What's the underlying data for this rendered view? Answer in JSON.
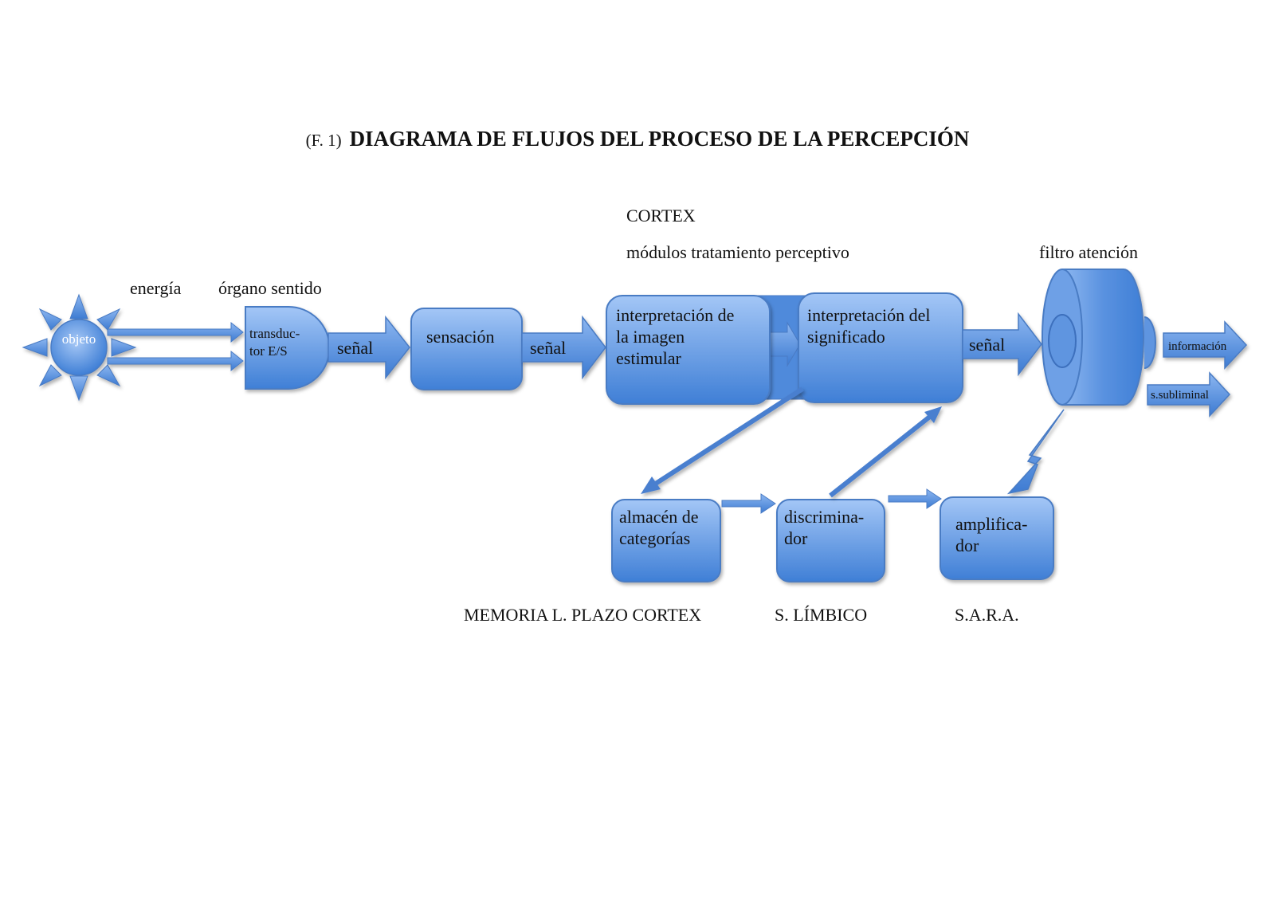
{
  "title": {
    "prefix": "(F. 1)",
    "main": "DIAGRAMA DE FLUJOS DEL PROCESO DE LA PERCEPCIÓN"
  },
  "labels": {
    "cortex": "CORTEX",
    "modulos": "módulos tratamiento perceptivo",
    "filtro": "filtro atención",
    "energia": "energía",
    "organo": "órgano sentido",
    "memoria": "MEMORIA L. PLAZO CORTEX",
    "limbico": "S. LÍMBICO",
    "sara": "S.A.R.A."
  },
  "nodes": {
    "objeto": "objeto",
    "transductor": [
      "transduc-",
      "tor E/S"
    ],
    "sensacion": "sensación",
    "interp_imagen": [
      "interpretación de",
      "la imagen",
      "estimular"
    ],
    "interp_significado": [
      "interpretación del",
      "significado"
    ],
    "almacen": [
      "almacén de",
      "categorías"
    ],
    "discriminador": [
      "discrimina-",
      "dor"
    ],
    "amplificador": [
      "amplifica-",
      "dor"
    ]
  },
  "arrows": {
    "senal_1": "señal",
    "senal_2": "señal",
    "senal_3": "señal",
    "informacion": "información",
    "subliminal": "s.subliminal"
  },
  "colors": {
    "fill_top": "#9cc1f4",
    "fill_bottom": "#3f7fd6",
    "stroke": "#4a7bc4",
    "arrow": "#4a7fcf"
  }
}
